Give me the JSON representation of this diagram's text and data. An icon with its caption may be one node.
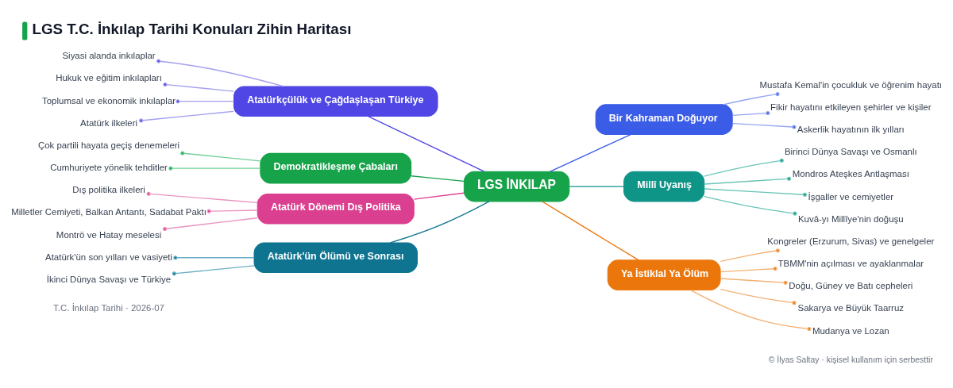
{
  "diagram": {
    "title": "LGS T.C. İnkılap Tarihi Konuları Zihin Haritası",
    "nodes": [
      {
        "text": [
          "LGS İNKILAP"
        ]
      },
      {
        "text": [
          "Bir Kahraman Doğuyor"
        ]
      },
      {
        "text": [
          "Mustafa Kemal'in çocukluk ve öğrenim hayatı"
        ]
      },
      {
        "text": [
          "Fikir hayatını etkileyen şehirler ve kişiler"
        ]
      },
      {
        "text": [
          "Askerlik hayatının ilk yılları"
        ]
      },
      {
        "text": [
          "Millî Uyanış"
        ]
      },
      {
        "text": [
          "Birinci Dünya Savaşı ve Osmanlı"
        ]
      },
      {
        "text": [
          "Mondros Ateşkes Antlaşması"
        ]
      },
      {
        "text": [
          "İşgaller ve cemiyetler"
        ]
      },
      {
        "text": [
          "Kuvâ-yı Millîye'nin doğuşu"
        ]
      },
      {
        "text": [
          "Ya İstiklal Ya Ölüm"
        ]
      },
      {
        "text": [
          "Kongreler (Erzurum, Sivas) ve genelgeler"
        ]
      },
      {
        "text": [
          "TBMM'nin açılması ve ayaklanmalar"
        ]
      },
      {
        "text": [
          "Doğu, Güney ve Batı cepheleri"
        ]
      },
      {
        "text": [
          "Sakarya ve Büyük Taarruz"
        ]
      },
      {
        "text": [
          "Mudanya ve Lozan"
        ]
      },
      {
        "text": [
          "Atatürkçülük ve Çağdaşlaşan Türkiye"
        ]
      },
      {
        "text": [
          "Siyasi alanda inkılaplar"
        ]
      },
      {
        "text": [
          "Hukuk ve eğitim inkılapları"
        ]
      },
      {
        "text": [
          "Toplumsal ve ekonomik inkılaplar"
        ]
      },
      {
        "text": [
          "Atatürk ilkeleri"
        ]
      },
      {
        "text": [
          "Demokratikleşme Çabaları"
        ]
      },
      {
        "text": [
          "Çok partili hayata geçiş denemeleri"
        ]
      },
      {
        "text": [
          "Cumhuriyete yönelik tehditler"
        ]
      },
      {
        "text": [
          "Atatürk Dönemi Dış Politika"
        ]
      },
      {
        "text": [
          "Dış politika ilkeleri"
        ]
      },
      {
        "text": [
          "Milletler Cemiyeti, Balkan Antantı, Sadabat Paktı"
        ]
      },
      {
        "text": [
          "Montrö ve Hatay meselesi"
        ]
      },
      {
        "text": [
          "Atatürk'ün Ölümü ve Sonrası"
        ]
      },
      {
        "text": [
          "Atatürk'ün son yılları ve vasiyeti"
        ]
      },
      {
        "text": [
          "İkinci Dünya Savaşı ve Türkiye"
        ]
      }
    ],
    "edges": [
      {
        "from": 0,
        "to": 1,
        "arrow": "none",
        "color": "#3b5ce6"
      },
      {
        "from": 1,
        "to": 2,
        "arrow": "other",
        "color": "#93a5f2"
      },
      {
        "from": 1,
        "to": 3,
        "arrow": "other",
        "color": "#93a5f2"
      },
      {
        "from": 1,
        "to": 4,
        "arrow": "other",
        "color": "#93a5f2"
      },
      {
        "from": 0,
        "to": 5,
        "arrow": "none",
        "color": "#0d9488"
      },
      {
        "from": 5,
        "to": 6,
        "arrow": "other",
        "color": "#6cc5b8"
      },
      {
        "from": 5,
        "to": 7,
        "arrow": "other",
        "color": "#6cc5b8"
      },
      {
        "from": 5,
        "to": 8,
        "arrow": "other",
        "color": "#6cc5b8"
      },
      {
        "from": 5,
        "to": 9,
        "arrow": "other",
        "color": "#6cc5b8"
      },
      {
        "from": 0,
        "to": 10,
        "arrow": "none",
        "color": "#ea760c"
      },
      {
        "from": 10,
        "to": 11,
        "arrow": "other",
        "color": "#f4b072"
      },
      {
        "from": 10,
        "to": 12,
        "arrow": "other",
        "color": "#f4b072"
      },
      {
        "from": 10,
        "to": 13,
        "arrow": "other",
        "color": "#f4b072"
      },
      {
        "from": 10,
        "to": 14,
        "arrow": "other",
        "color": "#f4b072"
      },
      {
        "from": 10,
        "to": 15,
        "arrow": "other",
        "color": "#f4b072"
      },
      {
        "from": 0,
        "to": 16,
        "arrow": "none",
        "color": "#4f46e5"
      },
      {
        "from": 16,
        "to": 17,
        "arrow": "other",
        "color": "#a39ff0"
      },
      {
        "from": 16,
        "to": 18,
        "arrow": "other",
        "color": "#a39ff0"
      },
      {
        "from": 16,
        "to": 19,
        "arrow": "other",
        "color": "#a39ff0"
      },
      {
        "from": 16,
        "to": 20,
        "arrow": "other",
        "color": "#a39ff0"
      },
      {
        "from": 0,
        "to": 21,
        "arrow": "none",
        "color": "#16a34a"
      },
      {
        "from": 21,
        "to": 22,
        "arrow": "other",
        "color": "#72cf96"
      },
      {
        "from": 21,
        "to": 23,
        "arrow": "other",
        "color": "#72cf96"
      },
      {
        "from": 0,
        "to": 24,
        "arrow": "none",
        "color": "#db3f8f"
      },
      {
        "from": 24,
        "to": 25,
        "arrow": "other",
        "color": "#eb93c0"
      },
      {
        "from": 24,
        "to": 26,
        "arrow": "other",
        "color": "#eb93c0"
      },
      {
        "from": 24,
        "to": 27,
        "arrow": "other",
        "color": "#eb93c0"
      },
      {
        "from": 0,
        "to": 28,
        "arrow": "none",
        "color": "#0e7490"
      },
      {
        "from": 28,
        "to": 29,
        "arrow": "other",
        "color": "#6aaec2"
      },
      {
        "from": 28,
        "to": 30,
        "arrow": "other",
        "color": "#6aaec2"
      }
    ],
    "labels": [
      "T.C. İnkılap Tarihi · 2026-07",
      "© İlyas Saltay · kişisel kullanım için serbesttir"
    ]
  }
}
